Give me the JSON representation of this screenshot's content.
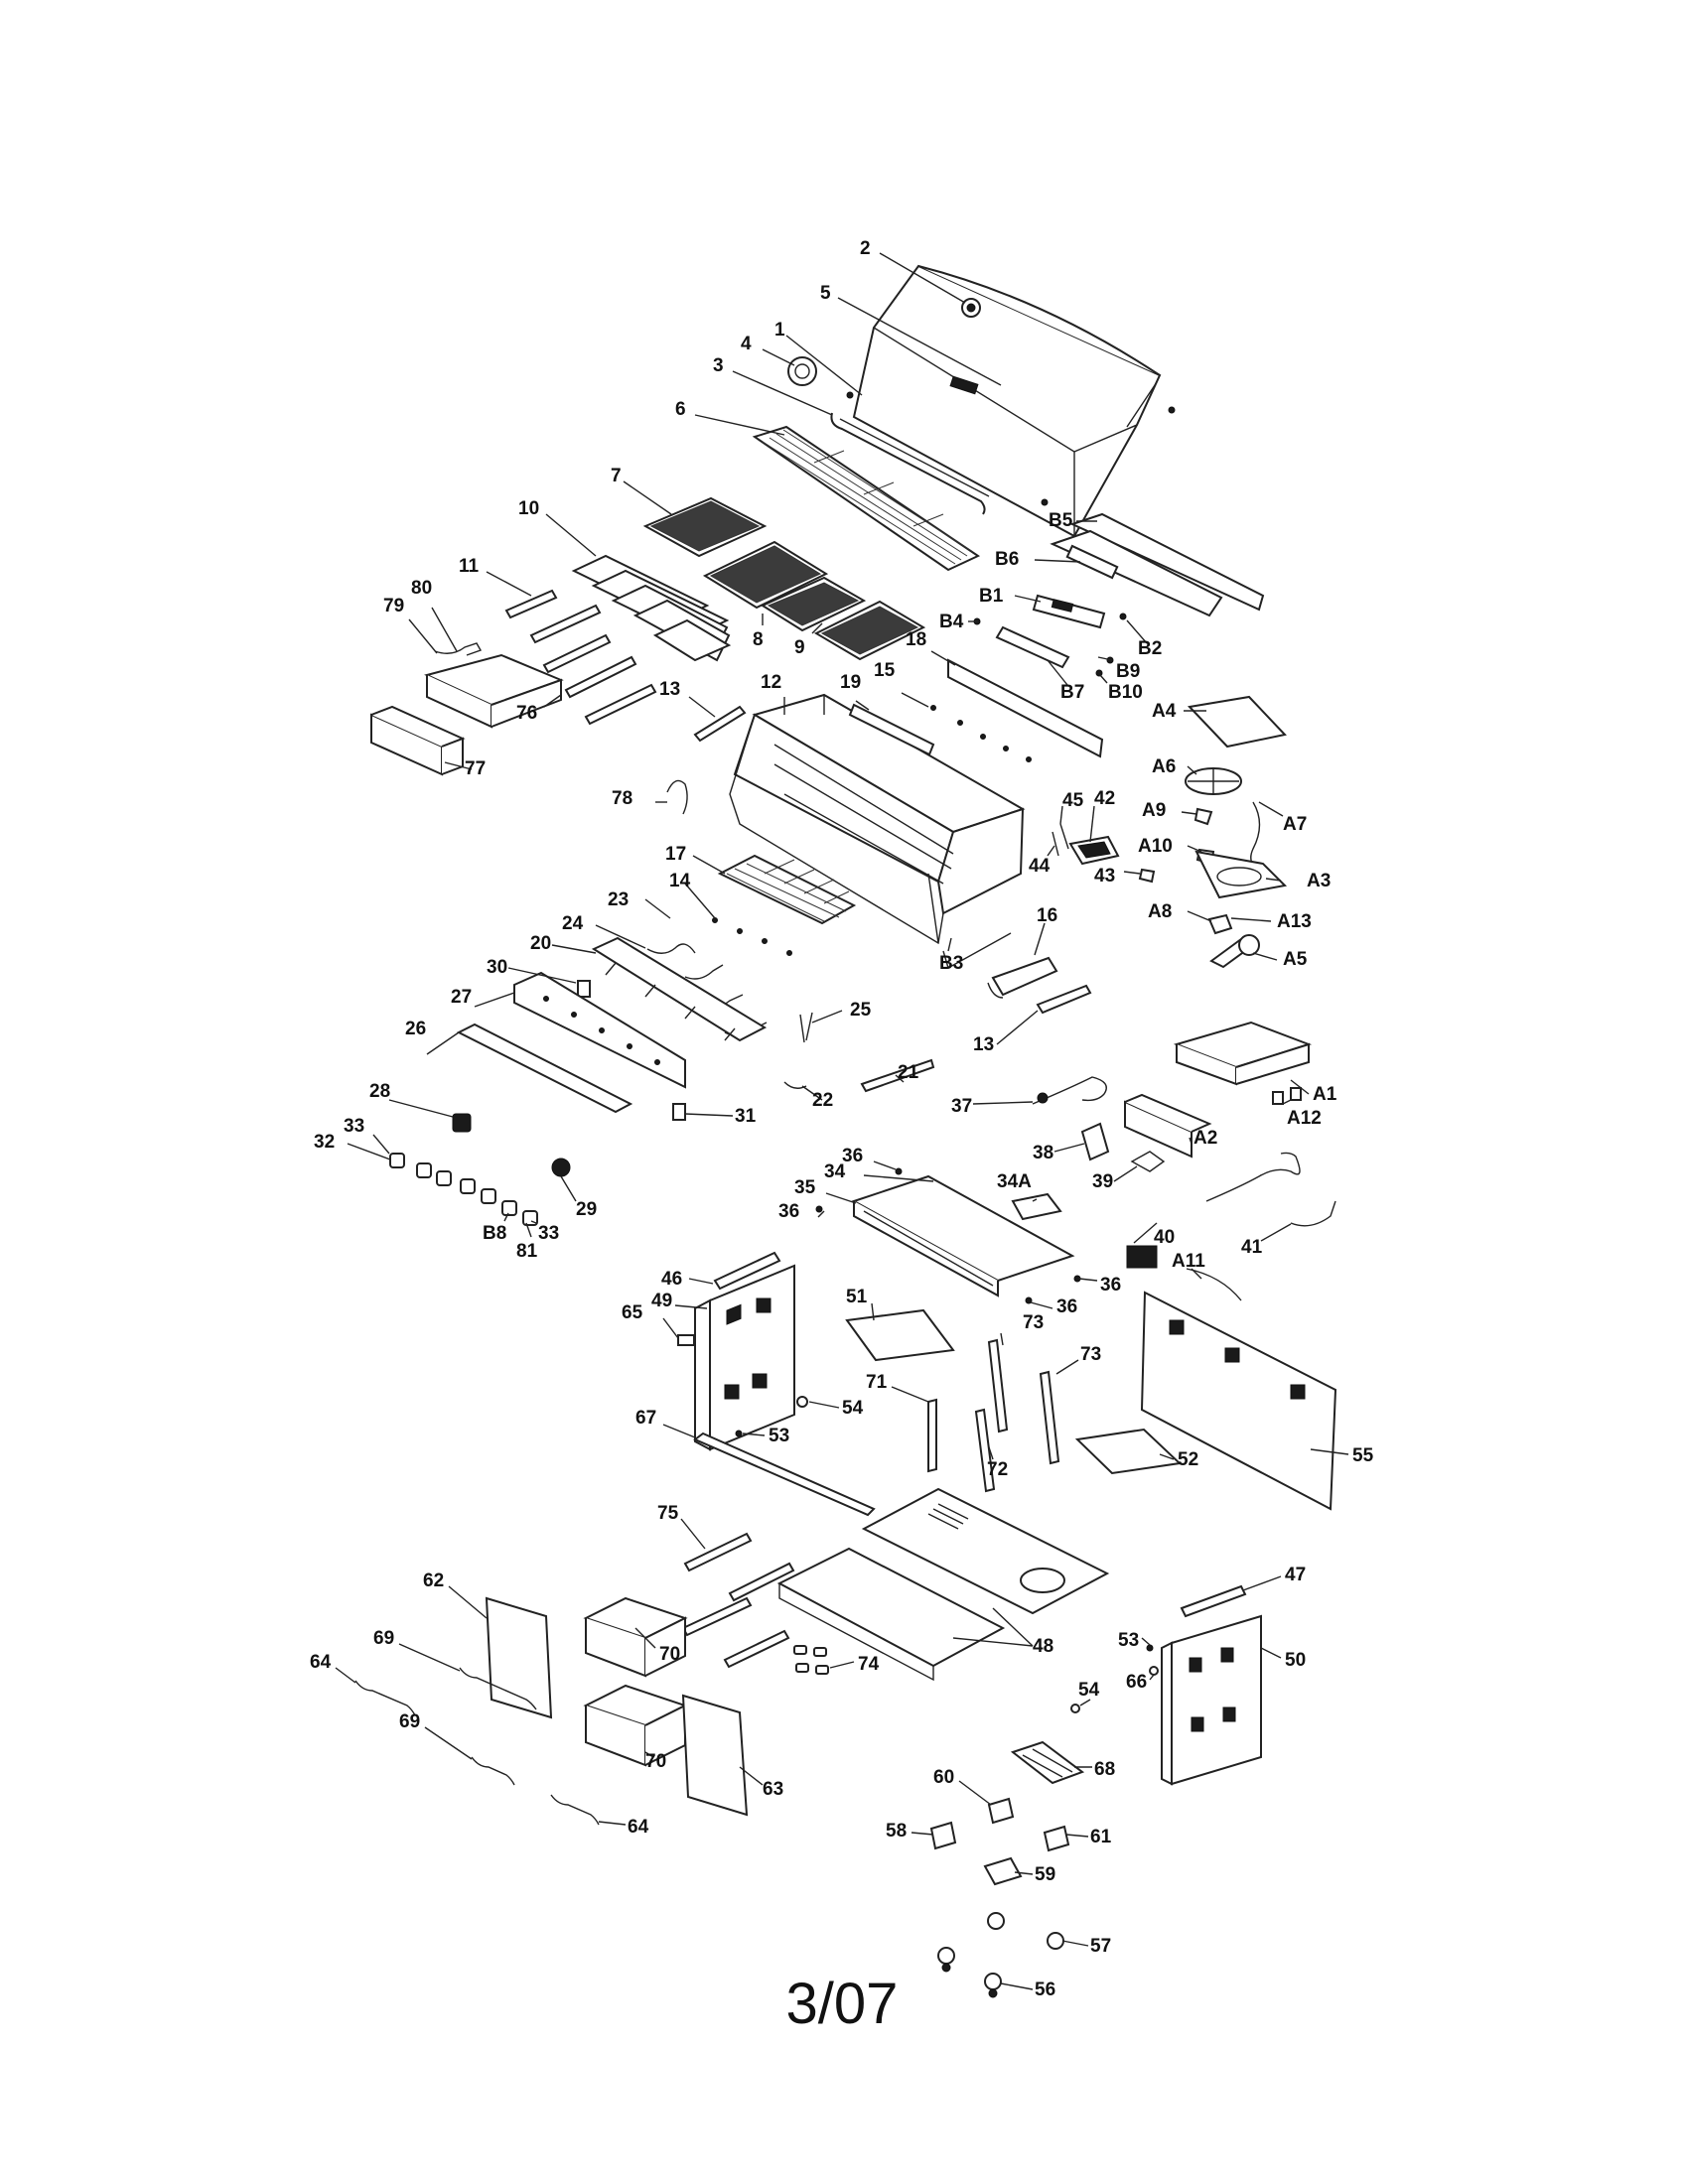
{
  "footer": {
    "code": "3/07"
  },
  "callouts": [
    {
      "key": "c2",
      "text": "2"
    },
    {
      "key": "c5",
      "text": "5"
    },
    {
      "key": "c1",
      "text": "1"
    },
    {
      "key": "c4",
      "text": "4"
    },
    {
      "key": "c3",
      "text": "3"
    },
    {
      "key": "c6",
      "text": "6"
    },
    {
      "key": "c7",
      "text": "7"
    },
    {
      "key": "c10",
      "text": "10"
    },
    {
      "key": "c11",
      "text": "11"
    },
    {
      "key": "c80",
      "text": "80"
    },
    {
      "key": "c79",
      "text": "79"
    },
    {
      "key": "c76",
      "text": "76"
    },
    {
      "key": "c77",
      "text": "77"
    },
    {
      "key": "cB5",
      "text": "B5"
    },
    {
      "key": "cB6",
      "text": "B6"
    },
    {
      "key": "cB1",
      "text": "B1"
    },
    {
      "key": "cB4",
      "text": "B4"
    },
    {
      "key": "cB2",
      "text": "B2"
    },
    {
      "key": "cB9",
      "text": "B9"
    },
    {
      "key": "cB7",
      "text": "B7"
    },
    {
      "key": "cB10",
      "text": "B10"
    },
    {
      "key": "c8",
      "text": "8"
    },
    {
      "key": "c9",
      "text": "9"
    },
    {
      "key": "c18",
      "text": "18"
    },
    {
      "key": "c13a",
      "text": "13"
    },
    {
      "key": "c12",
      "text": "12"
    },
    {
      "key": "c19",
      "text": "19"
    },
    {
      "key": "c15",
      "text": "15"
    },
    {
      "key": "cA4",
      "text": "A4"
    },
    {
      "key": "c78",
      "text": "78"
    },
    {
      "key": "cA6",
      "text": "A6"
    },
    {
      "key": "cA7",
      "text": "A7"
    },
    {
      "key": "cA9",
      "text": "A9"
    },
    {
      "key": "c45",
      "text": "45"
    },
    {
      "key": "c42",
      "text": "42"
    },
    {
      "key": "c44",
      "text": "44"
    },
    {
      "key": "cA10",
      "text": "A10"
    },
    {
      "key": "c43",
      "text": "43"
    },
    {
      "key": "cA3",
      "text": "A3"
    },
    {
      "key": "c17",
      "text": "17"
    },
    {
      "key": "c14",
      "text": "14"
    },
    {
      "key": "c23",
      "text": "23"
    },
    {
      "key": "c24",
      "text": "24"
    },
    {
      "key": "cA8",
      "text": "A8"
    },
    {
      "key": "cA13",
      "text": "A13"
    },
    {
      "key": "c16",
      "text": "16"
    },
    {
      "key": "c20",
      "text": "20"
    },
    {
      "key": "cA5",
      "text": "A5"
    },
    {
      "key": "cB3",
      "text": "B3"
    },
    {
      "key": "c30",
      "text": "30"
    },
    {
      "key": "c27",
      "text": "27"
    },
    {
      "key": "c25",
      "text": "25"
    },
    {
      "key": "c13b",
      "text": "13"
    },
    {
      "key": "c26",
      "text": "26"
    },
    {
      "key": "c28",
      "text": "28"
    },
    {
      "key": "cA1",
      "text": "A1"
    },
    {
      "key": "c33a",
      "text": "33"
    },
    {
      "key": "c32",
      "text": "32"
    },
    {
      "key": "c21",
      "text": "21"
    },
    {
      "key": "c37",
      "text": "37"
    },
    {
      "key": "c22",
      "text": "22"
    },
    {
      "key": "c31",
      "text": "31"
    },
    {
      "key": "cA2",
      "text": "A2"
    },
    {
      "key": "cA12",
      "text": "A12"
    },
    {
      "key": "c38",
      "text": "38"
    },
    {
      "key": "c36a",
      "text": "36"
    },
    {
      "key": "c34",
      "text": "34"
    },
    {
      "key": "c34A",
      "text": "34A"
    },
    {
      "key": "c39",
      "text": "39"
    },
    {
      "key": "c35",
      "text": "35"
    },
    {
      "key": "c29",
      "text": "29"
    },
    {
      "key": "c36b",
      "text": "36"
    },
    {
      "key": "cB8",
      "text": "B8"
    },
    {
      "key": "c33b",
      "text": "33"
    },
    {
      "key": "c81",
      "text": "81"
    },
    {
      "key": "c40",
      "text": "40"
    },
    {
      "key": "c41",
      "text": "41"
    },
    {
      "key": "c46",
      "text": "46"
    },
    {
      "key": "cA11",
      "text": "A11"
    },
    {
      "key": "c36c",
      "text": "36"
    },
    {
      "key": "c49",
      "text": "49"
    },
    {
      "key": "c51",
      "text": "51"
    },
    {
      "key": "c36d",
      "text": "36"
    },
    {
      "key": "c65",
      "text": "65"
    },
    {
      "key": "c73a",
      "text": "73"
    },
    {
      "key": "c73b",
      "text": "73"
    },
    {
      "key": "c71",
      "text": "71"
    },
    {
      "key": "c54a",
      "text": "54"
    },
    {
      "key": "c67",
      "text": "67"
    },
    {
      "key": "c53a",
      "text": "53"
    },
    {
      "key": "c72",
      "text": "72"
    },
    {
      "key": "c52",
      "text": "52"
    },
    {
      "key": "c55",
      "text": "55"
    },
    {
      "key": "c75",
      "text": "75"
    },
    {
      "key": "c62",
      "text": "62"
    },
    {
      "key": "c47",
      "text": "47"
    },
    {
      "key": "c69a",
      "text": "69"
    },
    {
      "key": "c70a",
      "text": "70"
    },
    {
      "key": "c48",
      "text": "48"
    },
    {
      "key": "c53b",
      "text": "53"
    },
    {
      "key": "c64a",
      "text": "64"
    },
    {
      "key": "c74",
      "text": "74"
    },
    {
      "key": "c66",
      "text": "66"
    },
    {
      "key": "c50",
      "text": "50"
    },
    {
      "key": "c54b",
      "text": "54"
    },
    {
      "key": "c69b",
      "text": "69"
    },
    {
      "key": "c70b",
      "text": "70"
    },
    {
      "key": "c63",
      "text": "63"
    },
    {
      "key": "c68",
      "text": "68"
    },
    {
      "key": "c60",
      "text": "60"
    },
    {
      "key": "c64b",
      "text": "64"
    },
    {
      "key": "c58",
      "text": "58"
    },
    {
      "key": "c61",
      "text": "61"
    },
    {
      "key": "c59",
      "text": "59"
    },
    {
      "key": "c57",
      "text": "57"
    },
    {
      "key": "c56",
      "text": "56"
    }
  ]
}
